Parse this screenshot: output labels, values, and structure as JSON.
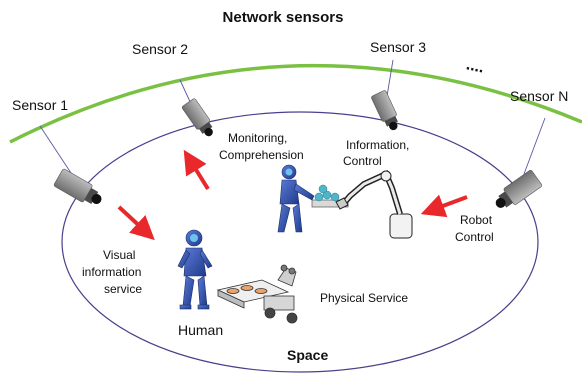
{
  "title": "Network sensors",
  "sensors": {
    "s1": "Sensor 1",
    "s2": "Sensor 2",
    "s3": "Sensor 3",
    "sn": "Sensor N",
    "more": "....",
    "ring_color": "#7ac143",
    "camera_color": "#8a8a8a"
  },
  "space": {
    "label": "Space",
    "outline_color": "#4b3f8c"
  },
  "labels": {
    "monitoring": [
      "Monitoring,",
      "Comprehension"
    ],
    "information": [
      "Information,",
      "Control"
    ],
    "visual": [
      "Visual",
      "information",
      "service"
    ],
    "robot": [
      "Robot",
      "Control"
    ],
    "physical": "Physical Service",
    "human": "Human"
  },
  "arrows": {
    "color": "#e8282a"
  },
  "figure": {
    "human_color": "#3b5bb5",
    "accent_color": "#4fa3d8"
  }
}
